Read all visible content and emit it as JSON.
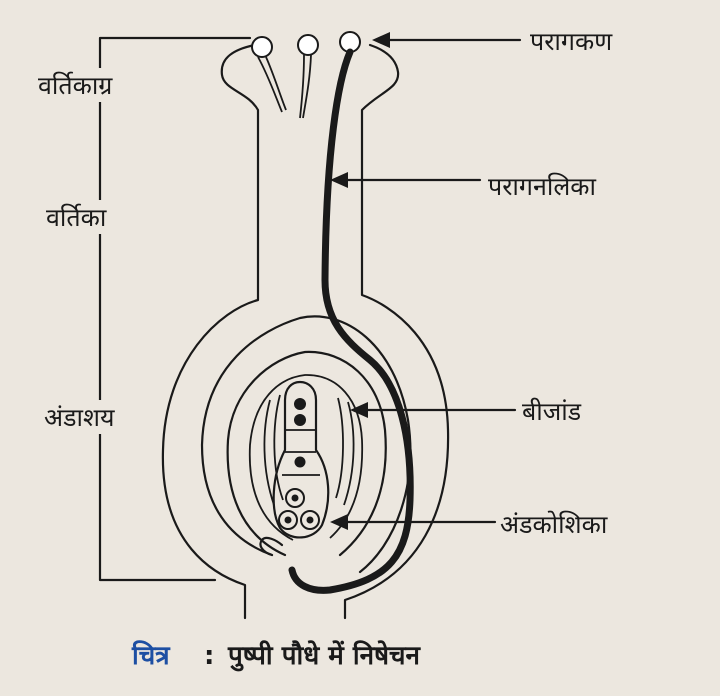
{
  "labels": {
    "stigma": "वर्तिकाग्र",
    "style": "वर्तिका",
    "ovary": "अंडाशय",
    "pollen_grain": "परागकण",
    "pollen_tube": "परागनलिका",
    "ovule": "बीजांड",
    "egg_cell": "अंडकोशिका"
  },
  "caption": {
    "prefix": "चित्र",
    "separator": ":",
    "text": "पुष्पी पौधे में निषेचन"
  },
  "colors": {
    "background": "#ece7df",
    "ink": "#1a1a1a",
    "caption_prefix": "#1d4fa3"
  }
}
